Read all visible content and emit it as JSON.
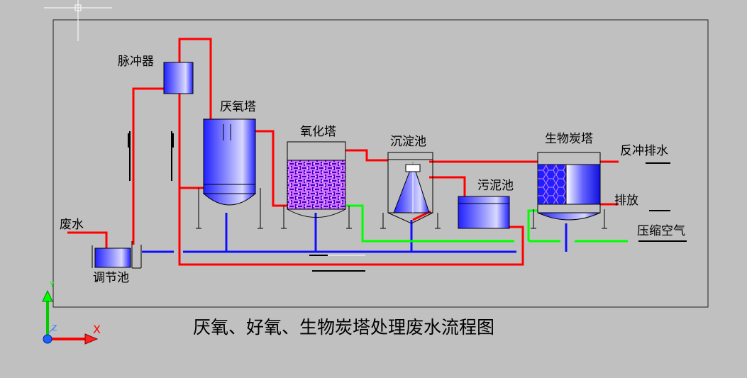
{
  "diagram": {
    "labels": {
      "pulser": "脉冲器",
      "anaerobic_tower": "厌氧塔",
      "oxidation_tower": "氧化塔",
      "sedimentation_tank": "沉淀池",
      "bio_carbon_tower": "生物炭塔",
      "sludge_tank": "污泥池",
      "waste_water": "废水",
      "regulating_tank": "调节池",
      "backwash_drain": "反冲排水",
      "discharge": "排放",
      "compressed_air": "压缩空气"
    },
    "title": "厌氧、好氧、生物炭塔处理废水流程图",
    "axis": {
      "y": "Y",
      "z": "Z",
      "x": "X"
    },
    "colors": {
      "background": "#c0c0c0",
      "pipe_red": "#ff0000",
      "pipe_blue": "#1010ff",
      "pipe_green": "#00ff00",
      "vessel_fill": "#2020ff",
      "packing": "#b000ff"
    }
  }
}
